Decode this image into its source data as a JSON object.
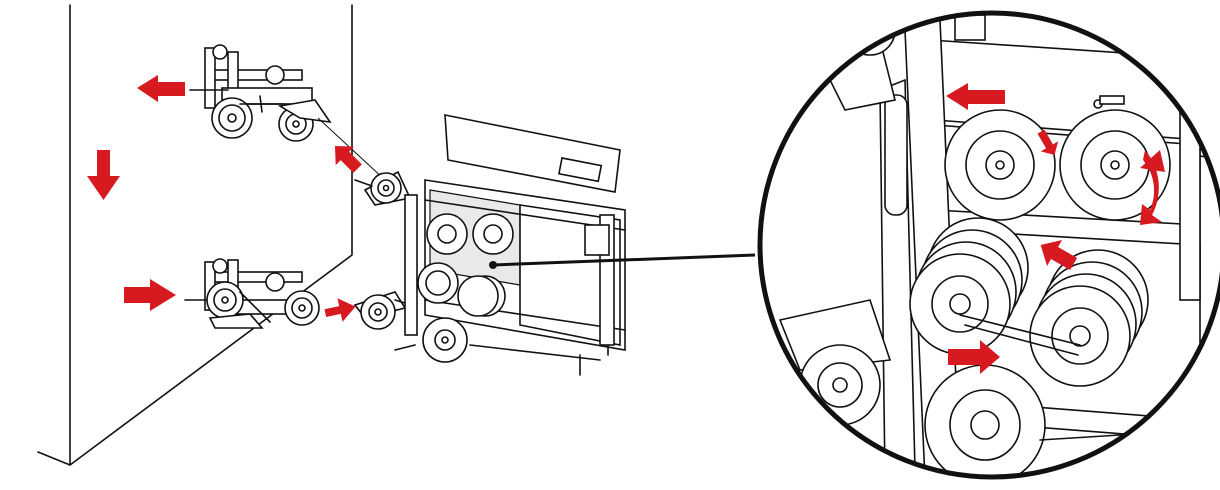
{
  "figure": {
    "description_visible_text": "",
    "colors": {
      "line": "#111111",
      "arrow": "#d71920",
      "background": "#ffffff",
      "panel_fill": "#e9e9e9"
    },
    "icons": [
      "wall",
      "wall-saw-carriage-top",
      "wall-saw-carriage-bottom",
      "guide-pulley",
      "wire-storage-unit",
      "magnified-detail-circle",
      "motion-arrow"
    ]
  }
}
